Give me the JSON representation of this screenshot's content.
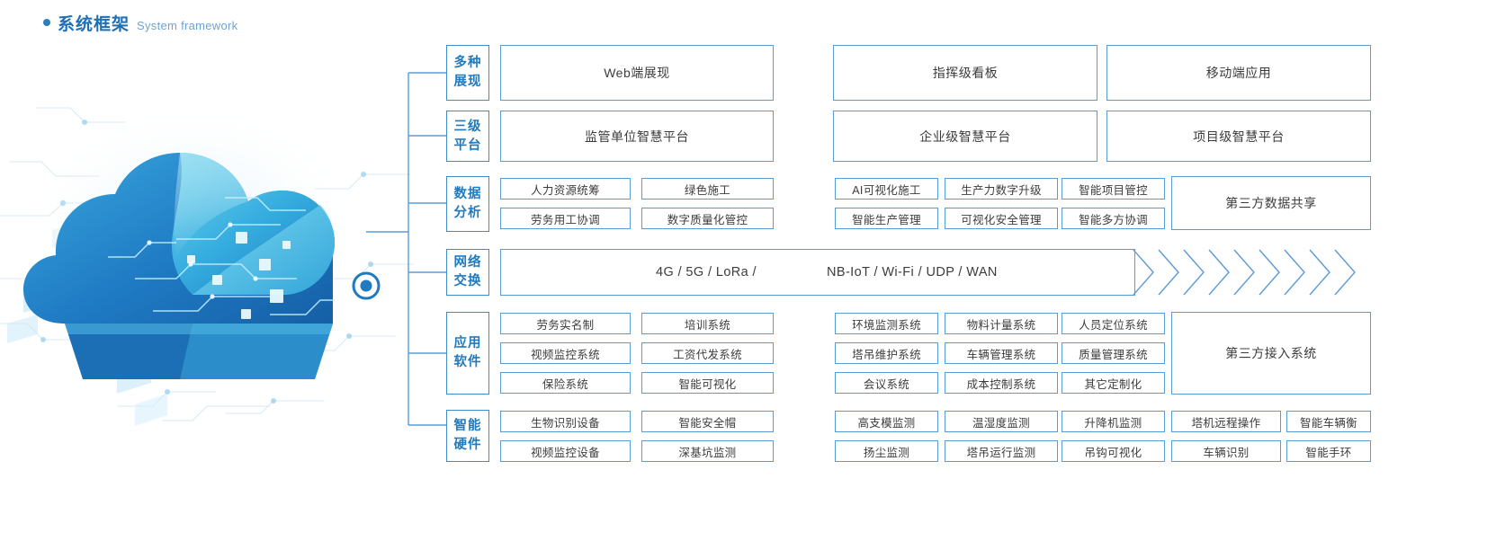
{
  "header": {
    "bullet_icon": "dot-icon",
    "title_cn": "系统框架",
    "title_en": "System framework"
  },
  "decor": {
    "cloud_icon": "cloud-network-illustration",
    "node_icon": "connection-node-icon"
  },
  "colors": {
    "accent": "#1f7ac0",
    "border": "#5b9bd5",
    "label_border": "#3f8ccb",
    "text": "#3c3c3c",
    "title_en": "#6aa4d4",
    "cloud_dark": "#1769b0",
    "cloud_mid": "#2e9bd6",
    "cloud_light": "#63c8e8"
  },
  "rows": [
    {
      "id": "display",
      "label": "多种\n展现",
      "label_lines": [
        "多种",
        "展现"
      ],
      "type": "big",
      "boxes": [
        {
          "text": "Web端展现",
          "group": "left"
        },
        {
          "text": "指挥级看板",
          "group": "mid"
        },
        {
          "text": "移动端应用",
          "group": "right"
        }
      ]
    },
    {
      "id": "platform",
      "label_lines": [
        "三级",
        "平台"
      ],
      "type": "big",
      "boxes": [
        {
          "text": "监管单位智慧平台",
          "group": "left"
        },
        {
          "text": "企业级智慧平台",
          "group": "mid"
        },
        {
          "text": "项目级智慧平台",
          "group": "right"
        }
      ]
    },
    {
      "id": "data-analysis",
      "label_lines": [
        "数据",
        "分析"
      ],
      "type": "grid",
      "left_grid": [
        [
          "人力资源统筹",
          "绿色施工"
        ],
        [
          "劳务用工协调",
          "数字质量化管控"
        ]
      ],
      "right_grid": [
        [
          "AI可视化施工",
          "生产力数字升级",
          "智能项目管控"
        ],
        [
          "智能生产管理",
          "可视化安全管理",
          "智能多方协调"
        ]
      ],
      "side_box": "第三方数据共享"
    },
    {
      "id": "network",
      "label_lines": [
        "网络",
        "交换"
      ],
      "type": "network",
      "texts": [
        "4G / 5G / LoRa /",
        "NB-IoT / Wi-Fi / UDP / WAN"
      ],
      "chevron_count": 7
    },
    {
      "id": "app-software",
      "label_lines": [
        "应用",
        "软件"
      ],
      "type": "grid",
      "left_grid": [
        [
          "劳务实名制",
          "培训系统"
        ],
        [
          "视频监控系统",
          "工资代发系统"
        ],
        [
          "保险系统",
          "智能可视化"
        ]
      ],
      "right_grid": [
        [
          "环境监测系统",
          "物料计量系统",
          "人员定位系统"
        ],
        [
          "塔吊维护系统",
          "车辆管理系统",
          "质量管理系统"
        ],
        [
          "会议系统",
          "成本控制系统",
          "其它定制化"
        ]
      ],
      "side_box": "第三方接入系统"
    },
    {
      "id": "smart-hardware",
      "label_lines": [
        "智能",
        "硬件"
      ],
      "type": "grid-wide",
      "left_grid": [
        [
          "生物识别设备",
          "智能安全帽"
        ],
        [
          "视频监控设备",
          "深基坑监测"
        ]
      ],
      "right_grid": [
        [
          "高支模监测",
          "温湿度监测",
          "升降机监测"
        ],
        [
          "扬尘监测",
          "塔吊运行监测",
          "吊钩可视化"
        ]
      ],
      "far_grid": [
        [
          "塔机远程操作",
          "智能车辆衡"
        ],
        [
          "车辆识别",
          "智能手环"
        ]
      ]
    }
  ]
}
